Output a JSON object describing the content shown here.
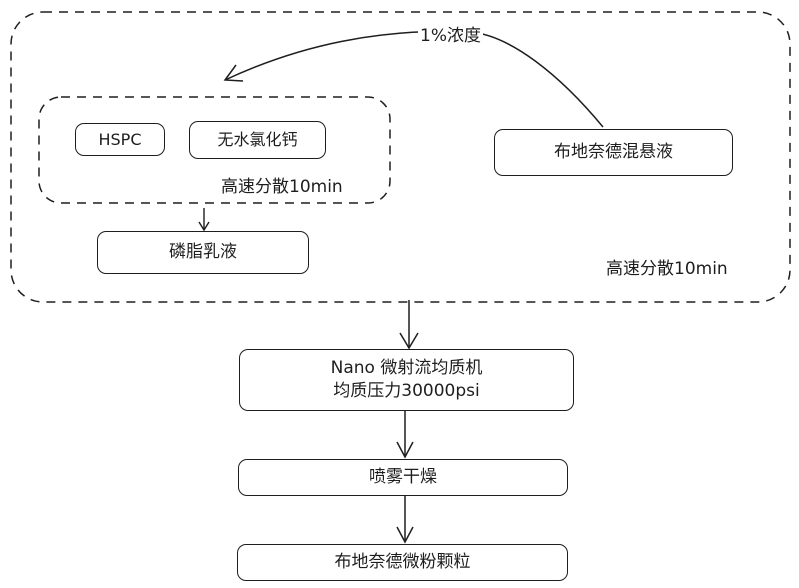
{
  "diagram": {
    "concentration_label": "1%浓度",
    "lipid_group_label": "高速分散10min",
    "outer_group_label": "高速分散10min",
    "nodes": {
      "hspc": "HSPC",
      "calcium_chloride": "无水氯化钙",
      "budesonide_suspension": "布地奈德混悬液",
      "phospholipid_emulsion": "磷脂乳液",
      "homogenizer_line1": "Nano 微射流均质机",
      "homogenizer_line2": "均质压力30000psi",
      "spray_drying": "喷雾干燥",
      "final_product": "布地奈德微粉颗粒"
    }
  }
}
